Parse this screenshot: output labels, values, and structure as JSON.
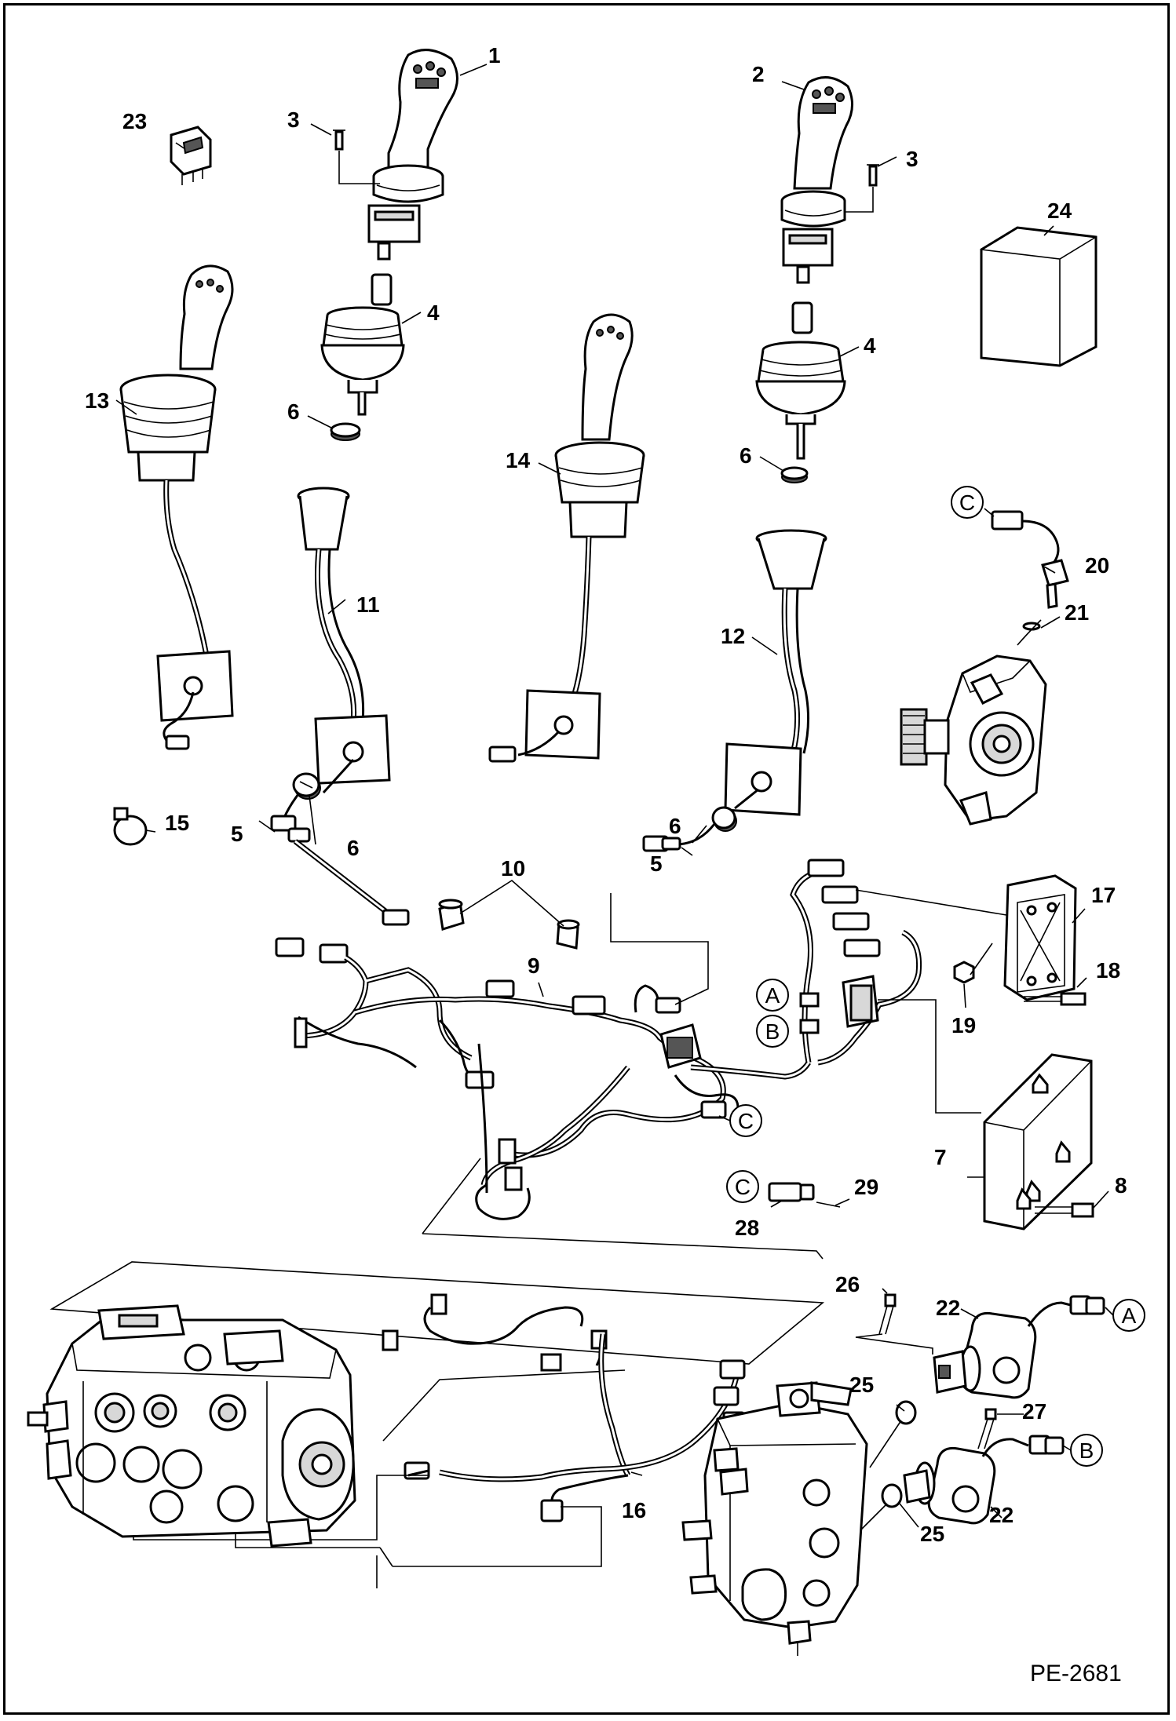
{
  "diagram": {
    "drawing_code": "PE-2681",
    "callouts": {
      "c1": "1",
      "c2": "2",
      "c3a": "3",
      "c3b": "3",
      "c4a": "4",
      "c4b": "4",
      "c5a": "5",
      "c5b": "5",
      "c6a": "6",
      "c6b": "6",
      "c6c": "6",
      "c6d": "6",
      "c7": "7",
      "c8": "8",
      "c9": "9",
      "c10": "10",
      "c11": "11",
      "c12": "12",
      "c13": "13",
      "c14": "14",
      "c15": "15",
      "c16": "16",
      "c17": "17",
      "c18": "18",
      "c19": "19",
      "c20": "20",
      "c21": "21",
      "c22a": "22",
      "c22b": "22",
      "c23": "23",
      "c24": "24",
      "c25a": "25",
      "c25b": "25",
      "c26": "26",
      "c27": "27",
      "c28": "28",
      "c29": "29"
    },
    "connectors": {
      "a1": "A",
      "a2": "A",
      "b1": "B",
      "b2": "B",
      "cc1": "C",
      "cc2": "C",
      "cc3": "C"
    }
  }
}
